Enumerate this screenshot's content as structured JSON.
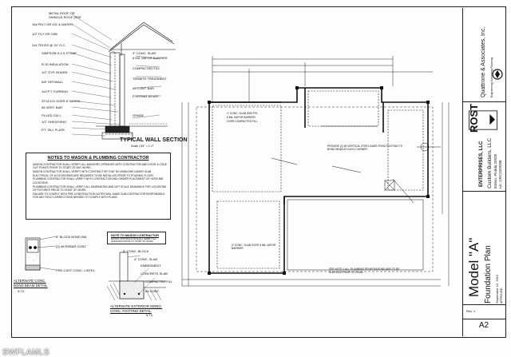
{
  "sheet": {
    "number": "A2",
    "watermark": "SWFLAMLS"
  },
  "wall_section": {
    "title": "TYPICAL WALL SECTION",
    "scale": "Scale | 3/4\" = 1'-0\"",
    "callouts": [
      "METAL ROOF OR",
      "SHINGLE ROOF (SEE",
      "15# FELT OR ICE & WATER",
      "1/2\" PLY OR OSB",
      "2x4 TRUSS @ 24\" O.C.",
      "SIMPSON H-2.5 STRAP",
      "R-30 INSULATION",
      "1/2\" GYP. BOARD",
      "5/8\" DRYWALL",
      "1x3 P.T. FURRING",
      "STUCCO OVER 8\" BLOCK",
      "#5 VERT. BAR",
      "FILLED CELL",
      "1/2\" SHEATHING",
      "P.T. SILL PLATE",
      "4\" CONC. SLAB",
      "6 MIL VAPOR BARRIER",
      "COMPACTED FILL",
      "TERMITE TREATMENT",
      "#5 CONT. BAR",
      "FOOTING 16\"x20\"",
      "GRADE"
    ]
  },
  "mason_notes": {
    "title": "NOTES TO MASON & PLUMBING CONTRACTOR",
    "items": [
      "MASON CONTRACTOR SHALL VERIFY ALL MASONRY OPENINGS WITH CONTRACTOR AND DOOR & CODE OUT POINTS PRIOR TO START OF ANY WORK.",
      "MASON CONTRACTOR SHALL VERIFY WITH CONTRACTOR THAT NO WINDOWS UNDER SLAB ELECTRICAL OF ACCESSORIES ARE REQUIRED TO BE INSTALLED PRIOR TO POURING FLOOR.",
      "PLUMBING CONTRACTOR SHALL VERIFY WITH CONTRACTOR AND OWNER PLACEMENT OF HOSE BIB LOCATIONS.",
      "PLUMBING CONTRACTOR SHALL VERIFY ALL DIMENSIONS AND NOT SCALE DRAWINGS FOR LOCATIONS OF FIXTURES PRIOR TO START OF WORK.",
      "FAILURE TO COMPLY WITH PRE-CONSTRUCTION NOTES WILL MAKE SUB-CONTRACTOR RESPONSIBLE FOR ANY FIELD CORRECTIONS NEEDED TO COMPLY WITH PLANS."
    ]
  },
  "mason_note_small": {
    "title": "NOTE TO MASON CONTRACTOR",
    "text": "MASON CONTRACTOR SHALL VERIFY ALL OPENINGS PRIOR TO START OF WORK"
  },
  "bond_beam_detail": {
    "title_line1": "ALTERNATE CONC.",
    "title_line2": "BOND BEAM DETAIL",
    "scale": "N.T.S.",
    "callouts": [
      "8\" BLOCK BOND BM.",
      "(2) #5 REBAR CONT.",
      "PRE-CAST CONC. LINTEL"
    ]
  },
  "footing_detail": {
    "title_line1": "ALTERNATE EXTERIOR MONO.",
    "title_line2": "CONC. FOOTING DETAIL",
    "scale": "N.T.S.",
    "callouts": [
      "8\" CONC. BLOCK",
      "4\" CONC. SLAB",
      "EMBEDMENT",
      "CONCRETE SLAB",
      "COMPACTED FILL",
      "#5 CONT."
    ]
  },
  "plan_notes": [
    "4\" CONC. SLAB 3000 PSI",
    "6 MIL VAPOR BARRIER",
    "OVER COMPACTED FILL",
    "SEE NOTE 1 ALL PLUMBING PENETRATIONS ARE TO BE SLEEVED PRIOR TO POUR.",
    "PROVIDE (2) #5 VERTICAL STEEL BARS FROM FOOTING TO BOND BEAM AT EACH CORNER.",
    "4\" CONC. SLAB OVER 6 MIL VAPOR BARRIER"
  ],
  "title_block": {
    "firm_line1": "Quattrone & Associates, Inc.",
    "firm_line2": "Engineering Surveying Planning",
    "builder": "ROST",
    "builder_sub": "ENTERPRISES, LLC",
    "address_line1": "Custom Builders, LLC",
    "address_line2": "Estero, Florida 33928",
    "address_line3": "Lic. CRC1329268",
    "model": "Model \"A\"",
    "plan_name": "Foundation Plan",
    "date": "September 15, 2012",
    "approved": "APPROVED",
    "revision": "Rev. 1"
  }
}
